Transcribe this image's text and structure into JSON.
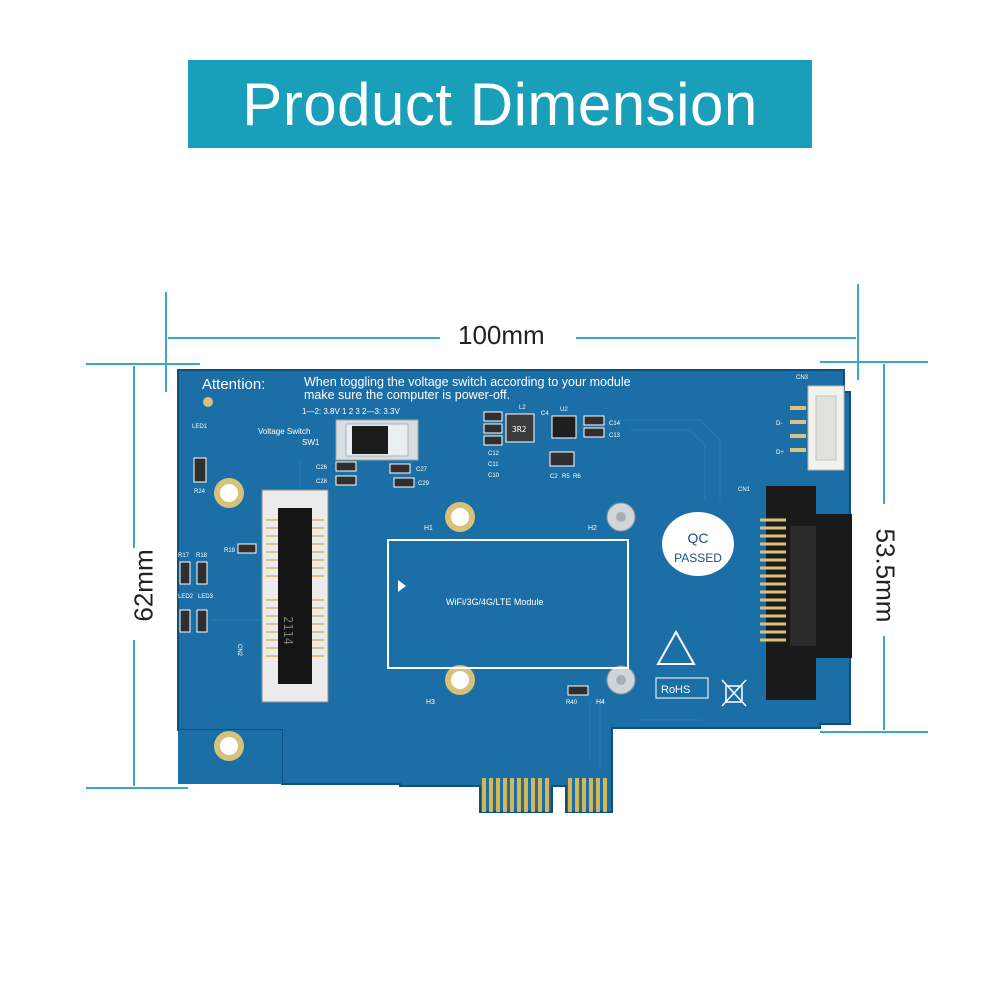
{
  "banner": {
    "title": "Product Dimension"
  },
  "dimensions": {
    "width": "100mm",
    "height": "62mm",
    "side_height": "53.5mm"
  },
  "pcb": {
    "attention_label": "Attention:",
    "attention_line1": "When toggling the voltage switch according to your module",
    "attention_line2": "make sure the computer is power-off.",
    "switch_positions": "1—2: 3.8V   1    2    3   2—3: 3.3V",
    "voltage_switch_label": "Voltage Switch",
    "sw1": "SW1",
    "module_label": "WiFi/3G/4G/LTE Module",
    "qc_line1": "QC",
    "qc_line2": "PASSED",
    "rohs": "RoHS",
    "chip_mark": "2114",
    "inductor_mark": "3R2",
    "labels": {
      "cn1": "CN1",
      "cn2": "CN2",
      "cn3": "CN3",
      "h1": "H1",
      "h2": "H2",
      "h3": "H3",
      "h4": "H4",
      "led1": "LED1",
      "led2": "LED2",
      "led3": "LED3",
      "r17": "R17",
      "r18": "R18",
      "r19": "R19",
      "r24": "R24",
      "r40": "R40",
      "r5": "R5",
      "r6": "R6",
      "c2": "C2",
      "c4": "C4",
      "c10": "C10",
      "c11": "C11",
      "c12": "C12",
      "c13": "C13",
      "c14": "C14",
      "c26": "C26",
      "c27": "C27",
      "c28": "C28",
      "c29": "C29",
      "l2": "L2",
      "u2": "U2",
      "d_minus": "D-",
      "d_plus": "D+"
    }
  },
  "colors": {
    "banner": "#1a9fba",
    "pcb": "#1c6fa6",
    "dim_line": "#3aa9c6"
  }
}
